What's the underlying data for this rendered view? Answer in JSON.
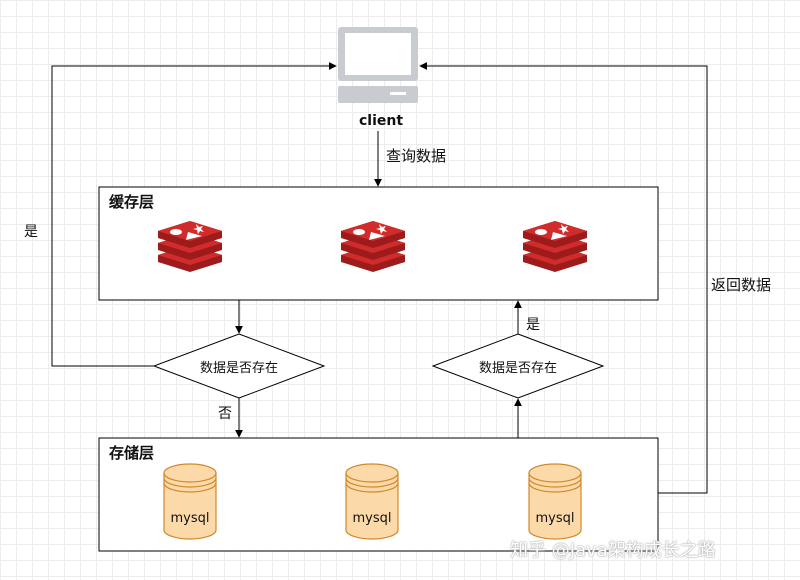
{
  "client": {
    "label": "client",
    "icon": "computer-icon"
  },
  "edges": {
    "query_label": "查询数据",
    "return_label": "返回数据",
    "yes_left_label": "是",
    "yes_right_label": "是",
    "no_label": "否"
  },
  "cache_layer": {
    "title": "缓存层",
    "icon": "redis-icon",
    "node_count": 3
  },
  "storage_layer": {
    "title": "存储层",
    "icon": "database-icon",
    "databases": [
      {
        "label": "mysql"
      },
      {
        "label": "mysql"
      },
      {
        "label": "mysql"
      }
    ]
  },
  "decisions": {
    "left": {
      "label": "数据是否存在"
    },
    "right": {
      "label": "数据是否存在"
    }
  },
  "watermark": "知乎 @Java架构成长之路",
  "colors": {
    "line": "#000000",
    "redis_red": "#d12c2c",
    "redis_dark": "#9e1b1b",
    "db_fill": "#fcd9a8",
    "db_stroke": "#d08a2c",
    "monitor_gray": "#c8cbd0"
  }
}
